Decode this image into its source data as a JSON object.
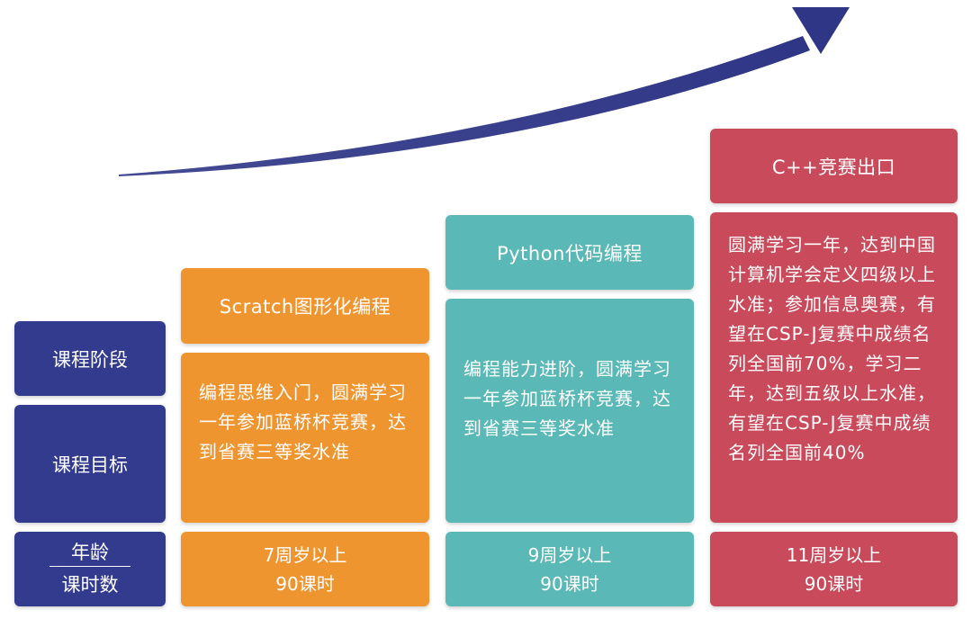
{
  "colors": {
    "navy": "#323b8e",
    "orange": "#ef9530",
    "teal": "#5ab8b6",
    "red": "#c94a5a",
    "arrow": "#2f3686"
  },
  "row_labels": {
    "stage": "课程阶段",
    "goal": "课程目标",
    "age": "年龄",
    "hours": "课时数"
  },
  "stages": [
    {
      "title": "Scratch图形化编程",
      "description": "编程思维入门，圆满学习\n一年参加蓝桥杯竞赛，达\n到省赛三等奖水准",
      "age": "7周岁以上",
      "hours": "90课时"
    },
    {
      "title": "Python代码编程",
      "description": "编程能力进阶，圆满学习\n一年参加蓝桥杯竞赛，达\n到省赛三等奖水准",
      "age": "9周岁以上",
      "hours": "90课时"
    },
    {
      "title": "C++竞赛出口",
      "description": "圆满学习一年，达到中国\n计算机学会定义四级以上\n水准；参加信息奥赛，有\n望在CSP-J复赛中成绩名\n列全国前70%，学习二\n年，达到五级以上水准，\n有望在CSP-J复赛中成绩\n名列全国前40%",
      "age": "11周岁以上",
      "hours": "90课时"
    }
  ]
}
